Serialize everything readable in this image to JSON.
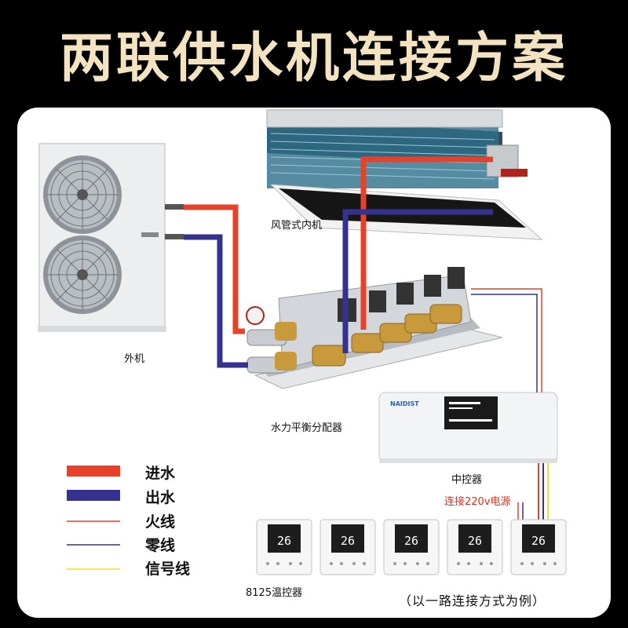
{
  "title": "两联供水机连接方案",
  "labels": {
    "outdoor_unit": "外机",
    "duct_unit": "风管式内机",
    "manifold": "水力平衡分配器",
    "controller": "中控器",
    "thermostat": "8125温控器",
    "power_note": "连接220v电源",
    "example_note": "（以一路连接方式为例）"
  },
  "controller": {
    "brand": "NAIDIST"
  },
  "thermostat_display": "26",
  "thermostat_count": 5,
  "legend": [
    {
      "label": "进水",
      "color": "#e8412a",
      "style": "thick"
    },
    {
      "label": "出水",
      "color": "#34318f",
      "style": "thick"
    },
    {
      "label": "火线",
      "color": "#e8412a",
      "style": "thin"
    },
    {
      "label": "零线",
      "color": "#34318f",
      "style": "thin"
    },
    {
      "label": "信号线",
      "color": "#f2e230",
      "style": "thin"
    }
  ],
  "colors": {
    "inlet": "#e8412a",
    "outlet": "#34318f",
    "live": "#e8412a",
    "neutral": "#34318f",
    "signal": "#f2e230",
    "title": "#f3e3c1"
  }
}
